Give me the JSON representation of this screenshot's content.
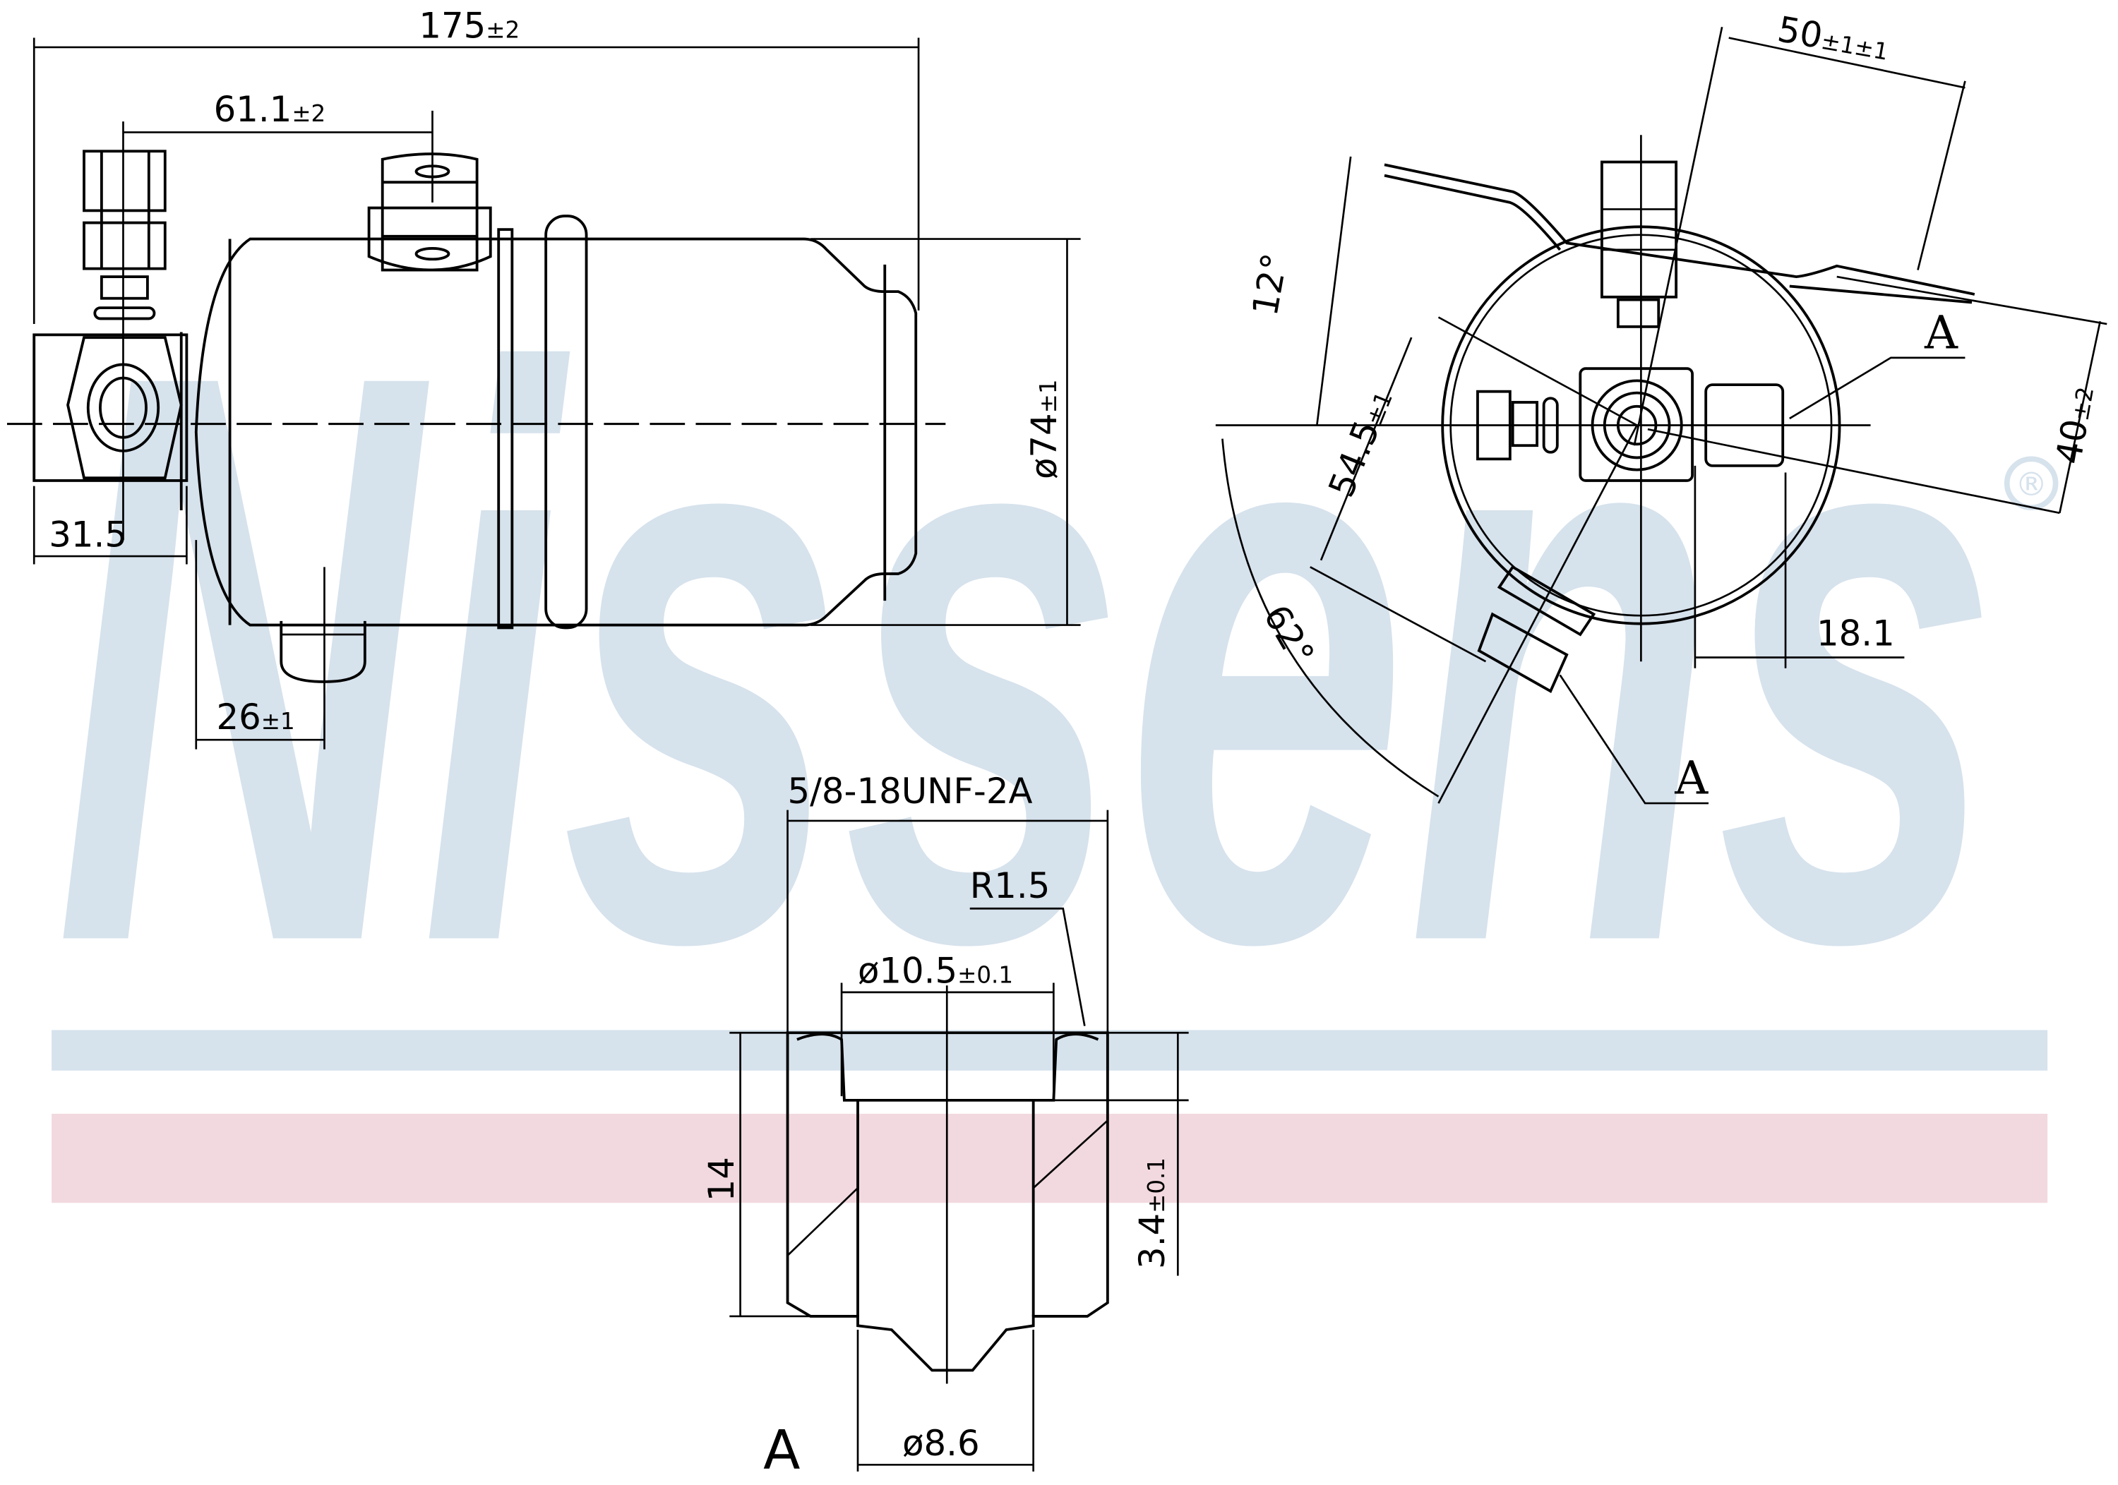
{
  "watermark": {
    "brand": "Nissens",
    "registered": "®"
  },
  "colors": {
    "watermark": "#d6e2ec",
    "stripe_blue": "#d6e2ec",
    "stripe_pink": "#f2d9df",
    "line": "#000000"
  },
  "side_view": {
    "overall_length": "175",
    "overall_length_tol": "±2",
    "bracket_offset": "61.1",
    "bracket_offset_tol": "±2",
    "diameter": "ø74",
    "diameter_tol": "±1",
    "port_offset": "31.5",
    "bottom_port_offset": "26",
    "bottom_port_offset_tol": "±1"
  },
  "end_view": {
    "bracket_width": "50",
    "bracket_width_tol": "±1±1",
    "angle_top": "12°",
    "radius": "54.5",
    "radius_tol": "±1",
    "angle_bottom": "62°",
    "bracket_height": "40",
    "bracket_height_tol": "±2",
    "port_offset": "18.1",
    "section_label_1": "A",
    "section_label_2": "A"
  },
  "detail_a": {
    "thread": "5/8-18UNF-2A",
    "radius": "R1.5",
    "bore": "ø10.5",
    "bore_tol": "±0.1",
    "height": "14",
    "step": "3.4",
    "step_tol": "±0.1",
    "inner": "ø8.6",
    "label": "A"
  }
}
